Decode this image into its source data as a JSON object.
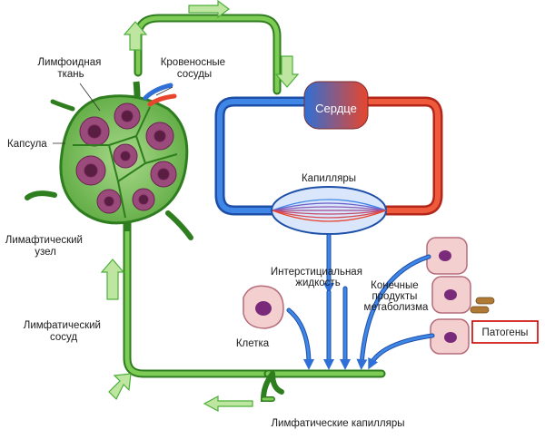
{
  "labels": {
    "lymphoid_tissue": [
      "Лимфоидная",
      "ткань"
    ],
    "blood_vessels": [
      "Кровеносные",
      "сосуды"
    ],
    "capsule": "Капсула",
    "lymph_node": [
      "Лимафтический",
      "узел"
    ],
    "lymph_vessel": [
      "Лимфатический",
      "сосуд"
    ],
    "heart": "Сердце",
    "capillaries": "Капилляры",
    "interstitial_fluid": [
      "Интерстициальная",
      "жидкость"
    ],
    "metabolic_products": [
      "Конечные",
      "продукты",
      "метаболизма"
    ],
    "cell": "Клетка",
    "pathogens": "Патогены",
    "lymph_capillaries": "Лимфатические капилляры"
  },
  "colors": {
    "lymph_green": "#4caf3a",
    "lymph_green_light": "#bfe6a0",
    "artery_red": "#e8452c",
    "vein_blue": "#2f6fd6",
    "node_purple": "#8a3a6a",
    "cell_pink": "#f3cfd0",
    "pathogen_box": "#cc0000"
  }
}
